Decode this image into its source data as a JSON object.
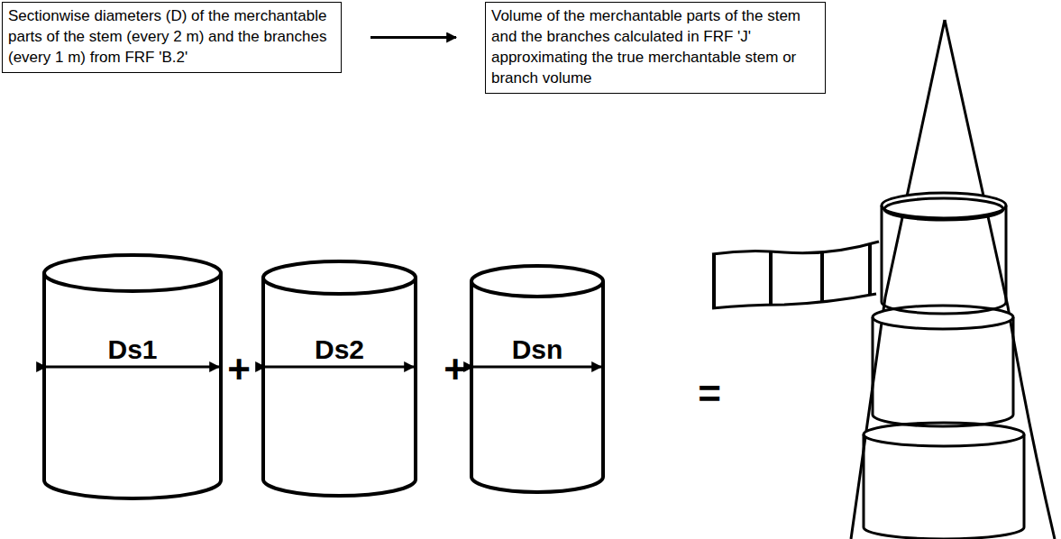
{
  "diagram": {
    "nodes": [
      {
        "text": [
          "Sectionwise diameters (D) of the merchantable parts of the stem (every 2 m) and the branches (every 1 m) from FRF 'B.2'"
        ]
      },
      {
        "text": [
          "Volume of the merchantable parts of the stem and the branches calculated in FRF 'J' approximating the true merchantable stem or branch volume"
        ]
      },
      {
        "text": [
          "Ds1"
        ]
      },
      {
        "text": [
          "Ds2"
        ]
      },
      {
        "text": [
          "Dsn"
        ]
      }
    ],
    "edges": [
      {
        "from": 0,
        "to": 1,
        "arrow": "to"
      }
    ],
    "labels": [
      "+",
      "+",
      "="
    ]
  }
}
